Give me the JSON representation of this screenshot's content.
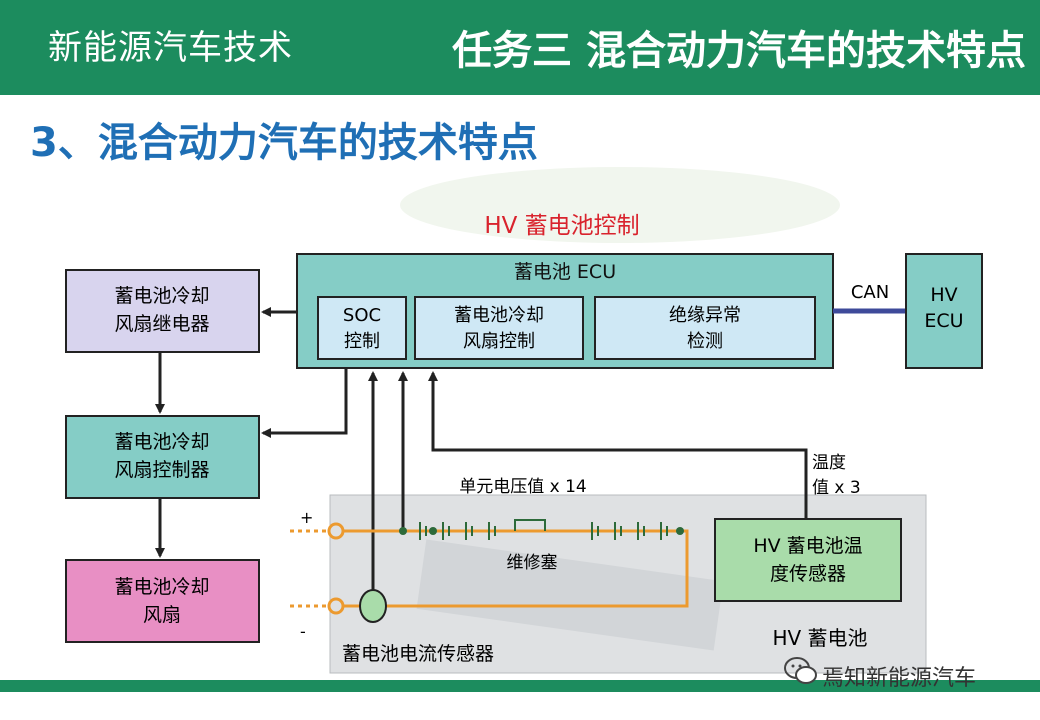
{
  "header": {
    "course": "新能源汽车技术",
    "task": "任务三 混合动力汽车的技术特点"
  },
  "section_title": "3、混合动力汽车的技术特点",
  "diagram": {
    "title": "HV 蓄电池控制",
    "ecu": {
      "label": "蓄电池 ECU",
      "modules": [
        [
          "SOC",
          "控制"
        ],
        [
          "蓄电池冷却",
          "风扇控制"
        ],
        [
          "绝缘异常",
          "检测"
        ]
      ]
    },
    "can_label": "CAN",
    "hv_ecu": [
      "HV",
      "ECU"
    ],
    "relay": [
      "蓄电池冷却",
      "风扇继电器"
    ],
    "controller": [
      "蓄电池冷却",
      "风扇控制器"
    ],
    "fan": [
      "蓄电池冷却",
      "风扇"
    ],
    "cell_voltage": "单元电压值 x 14",
    "temp_value": [
      "温度",
      "值 x 3"
    ],
    "temp_sensor": [
      "HV 蓄电池温",
      "度传感器"
    ],
    "service_plug": "维修塞",
    "current_sensor": "蓄电池电流传感器",
    "battery": "HV 蓄电池",
    "plus": "+",
    "minus": "-"
  },
  "watermark": "焉知新能源汽车",
  "colors": {
    "header": "#1c8c5e",
    "title_blue": "#1f6fb5",
    "title_red": "#d9232d",
    "teal": "#85cdc6",
    "light_blue": "#cfe8f5",
    "lavender": "#d8d4ee",
    "pink": "#e88fc4",
    "green": "#a9dcaa",
    "orange": "#ec9a2f",
    "can_line": "#3e4a9a"
  }
}
